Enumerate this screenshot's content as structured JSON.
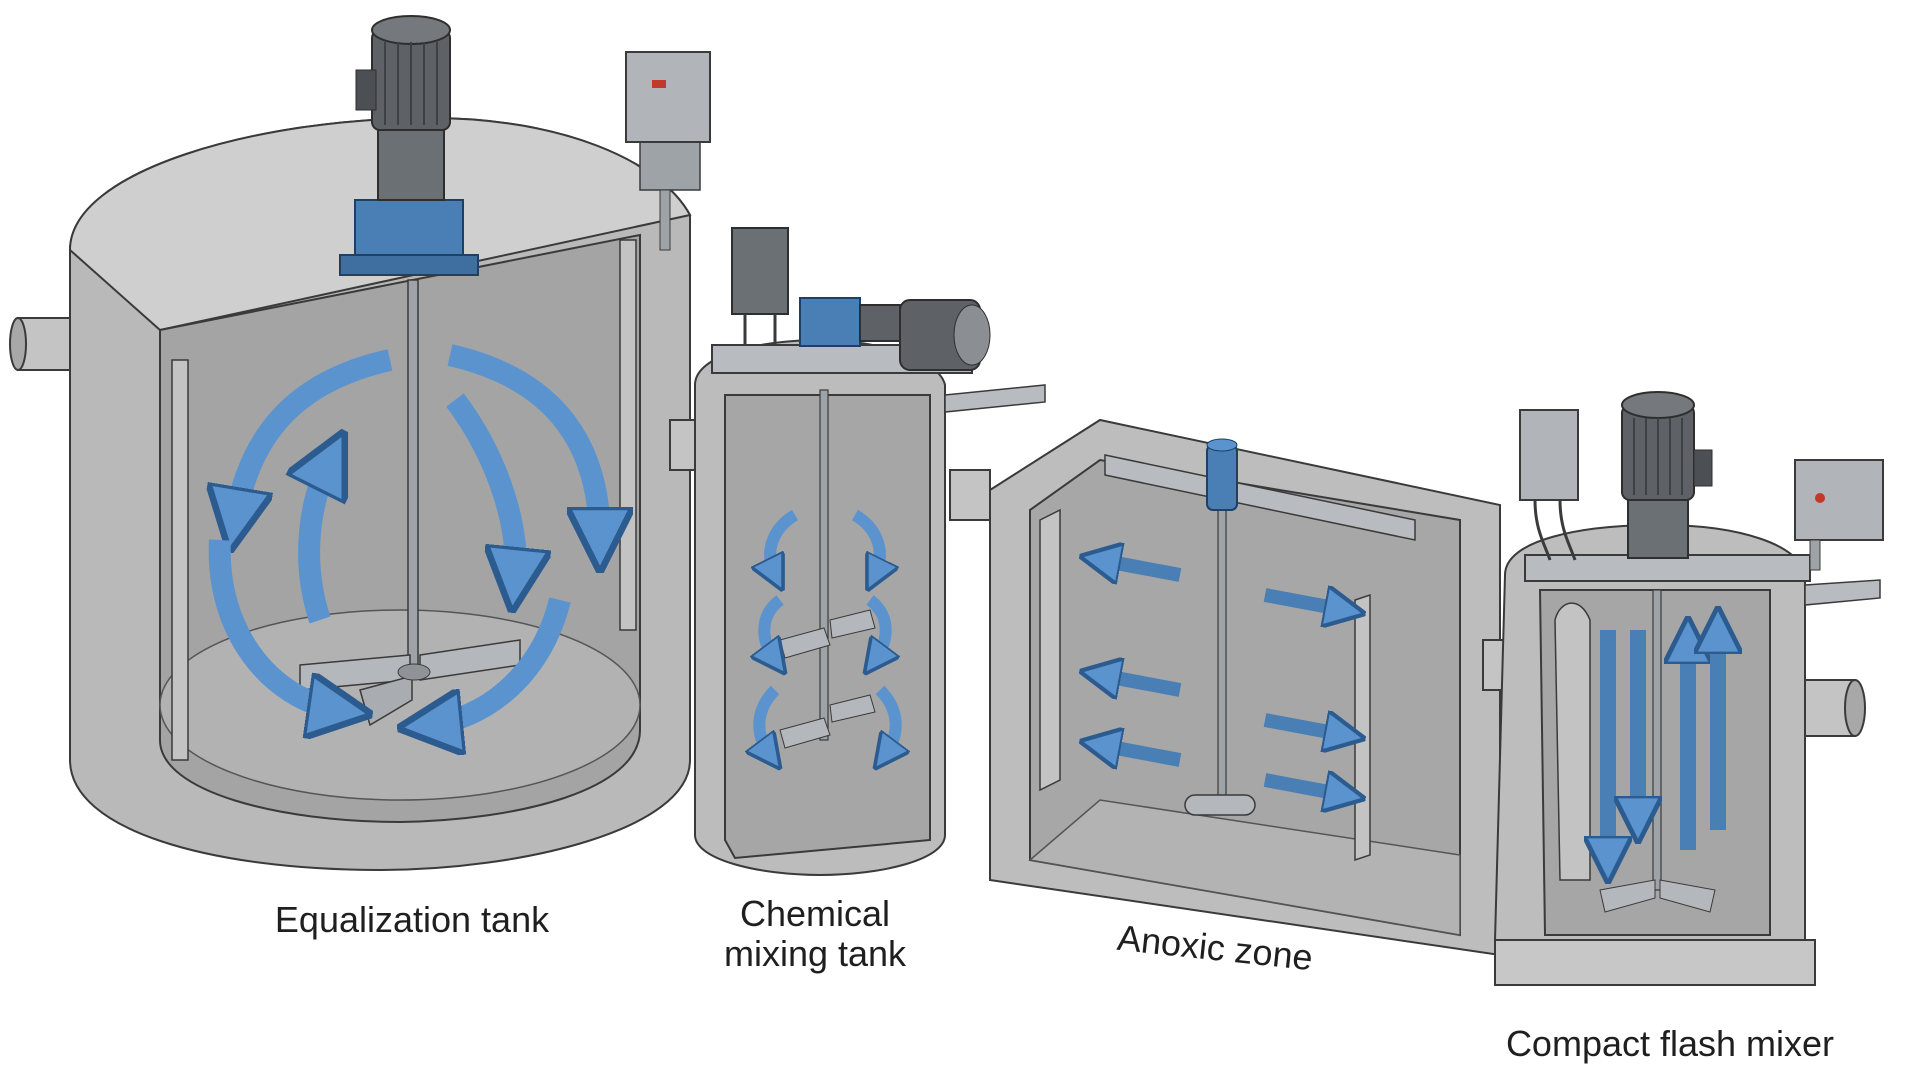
{
  "colors": {
    "concrete_light": "#c9c9c9",
    "concrete_mid": "#a9a9a9",
    "concrete_dark": "#8c8c8c",
    "concrete_inner": "#b8b8b8",
    "metal": "#9ea3a8",
    "motor_dark": "#5e6266",
    "steel_blue": "#4a7fb5",
    "flow_arrow": "#5b93cf",
    "flow_arrow_edge": "#2c5c8f",
    "outline": "#3a3a3a"
  },
  "icons": {
    "motor": "motor-icon",
    "control_box": "control-box-icon",
    "impeller": "impeller-icon",
    "flow_arrow": "flow-arrow-icon"
  },
  "tanks": [
    {
      "id": "equalization",
      "label": "Equalization tank"
    },
    {
      "id": "chemical",
      "label_lines": [
        "Chemical",
        "mixing tank"
      ]
    },
    {
      "id": "anoxic",
      "label": "Anoxic zone"
    },
    {
      "id": "flash",
      "label": "Compact flash mixer"
    }
  ]
}
